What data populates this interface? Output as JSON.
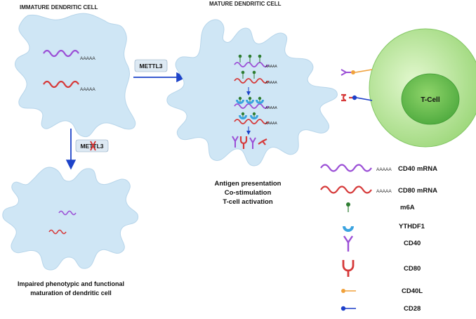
{
  "titles": {
    "immature": "IMMATURE DENDRITIC CELL",
    "mature": "MATURE DENDRITIC CELL"
  },
  "labels": {
    "polyA": "AAAAA",
    "mettl3": "METTL3",
    "tcell": "T-Cell",
    "impaired_line1": "Impaired phenotypic and functional",
    "impaired_line2": "maturation of dendritic cell",
    "outcome_line1": "Antigen presentation",
    "outcome_line2": "Co-stimulation",
    "outcome_line3": "T-cell activation"
  },
  "legend": [
    {
      "label": "CD40 mRNA",
      "icon": "cd40-mrna-icon"
    },
    {
      "label": "CD80 mRNA",
      "icon": "cd80-mrna-icon"
    },
    {
      "label": "m6A",
      "icon": "m6a-icon"
    },
    {
      "label": "YTHDF1",
      "icon": "ythdf1-icon"
    },
    {
      "label": "CD40",
      "icon": "cd40-receptor-icon"
    },
    {
      "label": "CD80",
      "icon": "cd80-receptor-icon"
    },
    {
      "label": "CD40L",
      "icon": "cd40l-icon"
    },
    {
      "label": "CD28",
      "icon": "cd28-icon"
    }
  ],
  "colors": {
    "cell_fill": "#cfe6f5",
    "purple_mrna": "#9b4fd6",
    "red_mrna": "#d63a3a",
    "m6a": "#2e7d32",
    "ythdf1": "#3aa3e0",
    "arrow": "#1d43c9",
    "tcell_outer": "#a6df7f",
    "tcell_inner": "#4caf3c",
    "cd40l": "#f0a13b",
    "cd28": "#1d3fc9"
  }
}
